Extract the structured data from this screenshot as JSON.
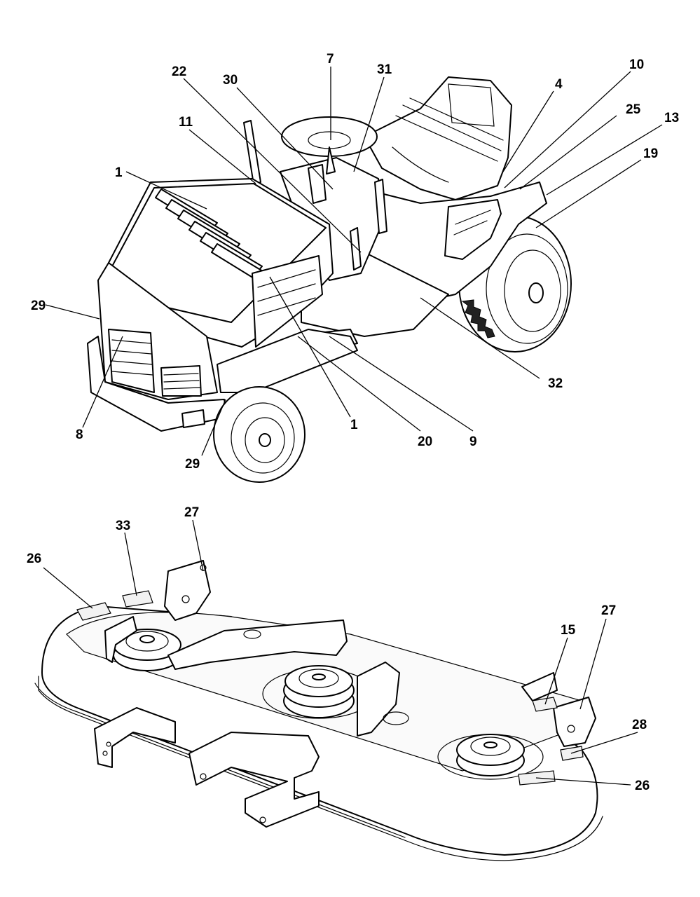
{
  "callouts": {
    "c7": "7",
    "c31": "31",
    "c22": "22",
    "c30": "30",
    "c10": "10",
    "c4": "4",
    "c25": "25",
    "c13": "13",
    "c11": "11",
    "c19": "19",
    "c1a": "1",
    "c29a": "29",
    "c32": "32",
    "c8": "8",
    "c1b": "1",
    "c9": "9",
    "c20": "20",
    "c29b": "29",
    "c27a": "27",
    "c33": "33",
    "c26a": "26",
    "c27b": "27",
    "c15": "15",
    "c28": "28",
    "c26b": "26"
  }
}
